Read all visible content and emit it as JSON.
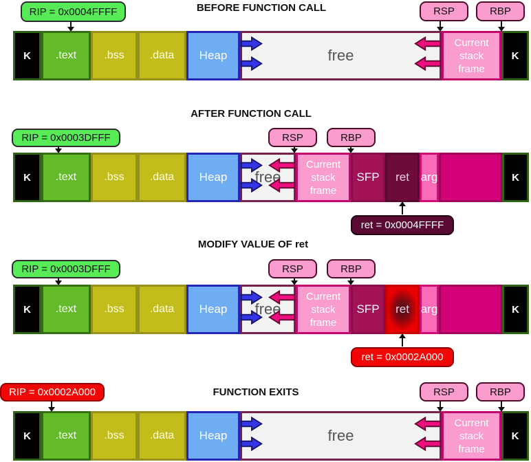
{
  "diagram": {
    "rows": {
      "row1": {
        "title": "BEFORE FUNCTION CALL",
        "rip": "RIP = 0x0004FFFF"
      },
      "row2": {
        "title": "AFTER FUNCTION CALL",
        "rip": "RIP = 0x0003DFFF",
        "ret_note": "ret = 0x0004FFFF"
      },
      "row3": {
        "title": "MODIFY VALUE OF ret",
        "rip": "RIP = 0x0003DFFF",
        "ret_note": "ret = 0x0002A000"
      },
      "row4": {
        "title": "FUNCTION EXITS",
        "rip": "RIP = 0x0002A000"
      }
    },
    "registers": {
      "rsp": "RSP",
      "rbp": "RBP"
    },
    "segments": {
      "kernel": "K",
      "text": ".text",
      "bss": ".bss",
      "data": ".data",
      "heap": "Heap",
      "free": "free",
      "stack": "Current stack frame",
      "sfp": "SFP",
      "ret": "ret",
      "arg": "arg"
    },
    "colors": {
      "text_green": "#63bb2a",
      "segment_olive": "#c3bd1c",
      "heap_blue": "#6fadf2",
      "free_bg": "#f2f2f2",
      "stack_pink": "#fb9cce",
      "sfp_magenta": "#a31157",
      "ret_maroon": "#6e0b3b",
      "arg_pink": "#fa6cb8",
      "prev_frame_magenta": "#d40077",
      "rip_green": "#57eb57",
      "alert_red": "#f20505",
      "note_dark_maroon": "#5a0a33",
      "arrow_blue": "#3434e8",
      "arrow_pink": "#ef0e7e",
      "tag_pink": "#fb9cce"
    }
  }
}
